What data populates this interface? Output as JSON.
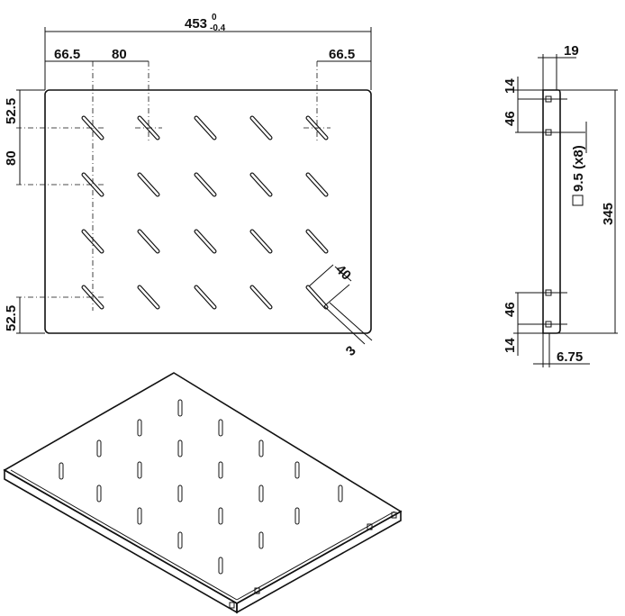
{
  "front_view": {
    "overall_width": "453",
    "width_tol_upper": "0",
    "width_tol_lower": "-0.4",
    "left_offset": "66.5",
    "hole_pitch_x": "80",
    "right_offset": "66.5",
    "top_offset": "52.5",
    "hole_pitch_y": "80",
    "bottom_offset": "52.5",
    "slot_length": "40",
    "slot_width": "3"
  },
  "side_view": {
    "flange_depth": "19",
    "top_hole_offset": "14",
    "top_hole_pitch": "46",
    "bottom_hole_pitch": "46",
    "bottom_hole_offset": "14",
    "height": "345",
    "square_hole": "9.5 (x8)",
    "thickness": "6.75"
  },
  "colors": {
    "line": "#111111",
    "background": "#ffffff"
  }
}
